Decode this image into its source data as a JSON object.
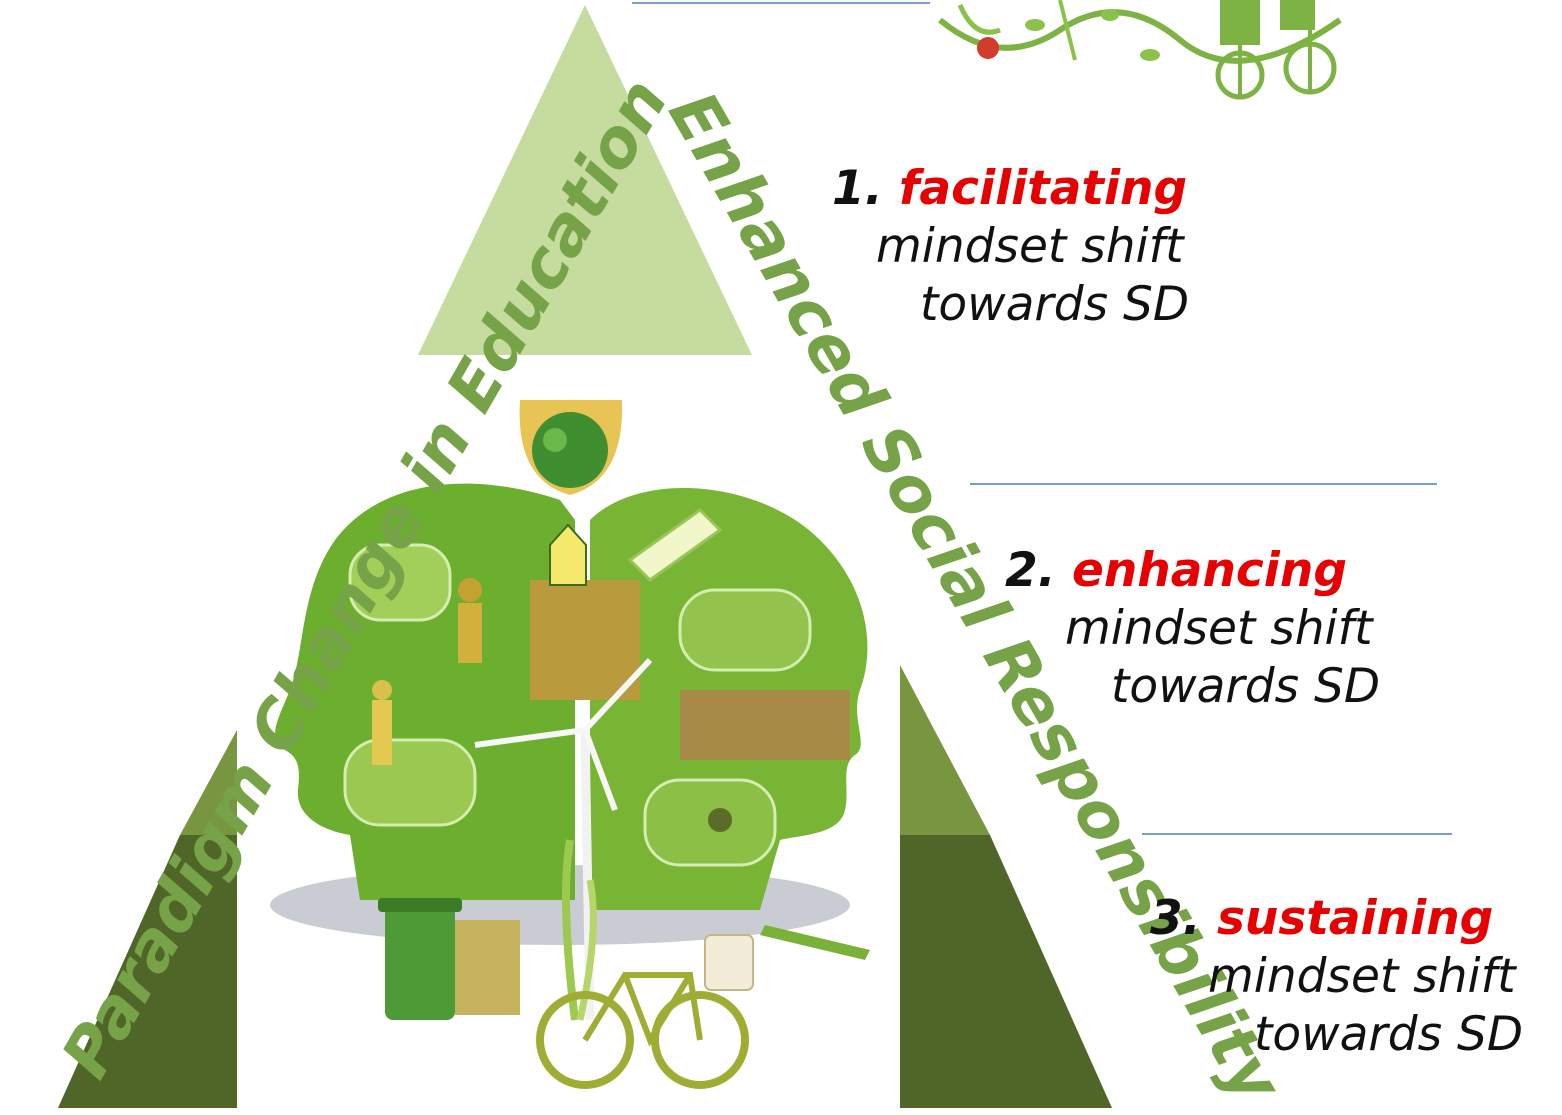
{
  "side_labels": {
    "left": "Paradigm Change in Education",
    "right": "Enhanced Social Responsibility"
  },
  "levels": [
    {
      "number": "1.",
      "verb": "facilitating",
      "line2": "mindset shift",
      "line3": "towards SD"
    },
    {
      "number": "2.",
      "verb": "enhancing",
      "line2": "mindset shift",
      "line3": "towards SD"
    },
    {
      "number": "3.",
      "verb": "sustaining",
      "line2": "mindset shift",
      "line3": "towards SD"
    }
  ],
  "colors": {
    "pyramid_top": "#c5dc9e",
    "pyramid_middle": "#76963e",
    "pyramid_bottom": "#4f6628",
    "label_green": "#76a347",
    "verb_red": "#e60000",
    "divider_blue": "#4a7cc9"
  },
  "illustration": "eco-heads-icon"
}
